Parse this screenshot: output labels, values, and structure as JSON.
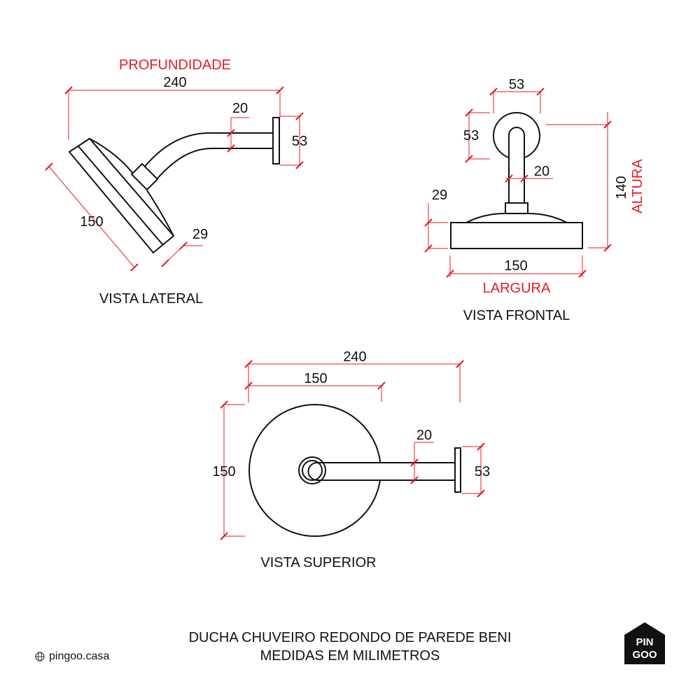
{
  "colors": {
    "dimension_red": "#e31b23",
    "line": "#111111"
  },
  "lateral": {
    "title": "VISTA LATERAL",
    "depth_label": "PROFUNDIDADE",
    "depth_value": "240",
    "arm_diameter": "20",
    "flange_diameter": "53",
    "head_diameter": "150",
    "head_thickness": "29"
  },
  "frontal": {
    "title": "VISTA FRONTAL",
    "flange_diameter": "53",
    "flange_height": "53",
    "arm_diameter": "20",
    "head_thickness": "29",
    "height_value": "140",
    "height_label": "ALTURA",
    "width_value": "150",
    "width_label": "LARGURA"
  },
  "superior": {
    "title": "VISTA SUPERIOR",
    "total_depth": "240",
    "head_diameter_top": "150",
    "head_diameter_side": "150",
    "arm_diameter": "20",
    "flange_diameter": "53"
  },
  "footer": {
    "line1": "DUCHA CHUVEIRO REDONDO DE PAREDE BENI",
    "line2": "MEDIDAS EM MILIMETROS",
    "site": "pingoo.casa",
    "logo_top": "PIN",
    "logo_bottom": "GOO"
  }
}
